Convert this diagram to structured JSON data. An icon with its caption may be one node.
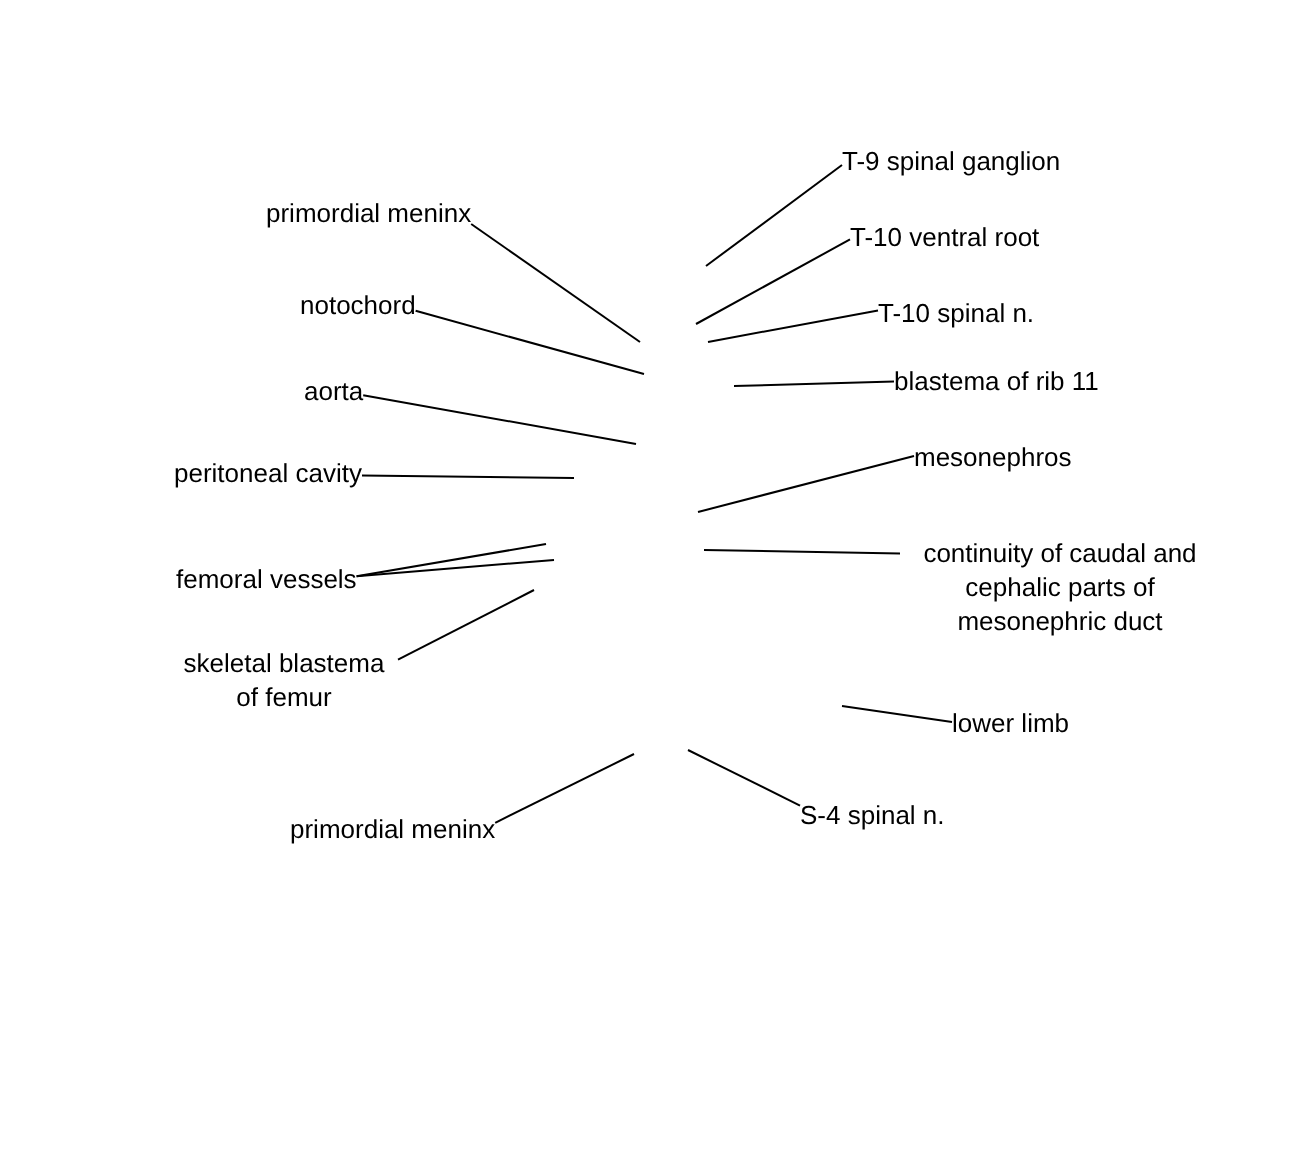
{
  "diagram": {
    "nodes": [
      {
        "text": [
          "primordial meninx"
        ]
      },
      {
        "text": [
          "notochord"
        ]
      },
      {
        "text": [
          "aorta"
        ]
      },
      {
        "text": [
          "peritoneal cavity"
        ]
      },
      {
        "text": [
          "femoral vessels"
        ]
      },
      {
        "text": [
          "skeletal blastema of femur"
        ]
      },
      {
        "text": [
          "primordial meninx"
        ]
      },
      {
        "text": [
          "T-9 spinal ganglion"
        ]
      },
      {
        "text": [
          "T-10 ventral root"
        ]
      },
      {
        "text": [
          "T-10 spinal n."
        ]
      },
      {
        "text": [
          "blastema of rib 11"
        ]
      },
      {
        "text": [
          "mesonephros"
        ]
      },
      {
        "text": [
          "continuity of caudal and cephalic parts of mesonephric duct"
        ]
      },
      {
        "text": [
          "lower limb"
        ]
      },
      {
        "text": [
          "S-4 spinal n."
        ]
      }
    ],
    "edges": [
      {
        "from": 0,
        "to": null,
        "arrow": "none"
      },
      {
        "from": 1,
        "to": null,
        "arrow": "none"
      },
      {
        "from": 2,
        "to": null,
        "arrow": "none"
      },
      {
        "from": 3,
        "to": null,
        "arrow": "none"
      },
      {
        "from": 4,
        "to": null,
        "arrow": "none"
      },
      {
        "from": 4,
        "to": null,
        "arrow": "none"
      },
      {
        "from": 5,
        "to": null,
        "arrow": "none"
      },
      {
        "from": 6,
        "to": null,
        "arrow": "none"
      },
      {
        "from": 7,
        "to": null,
        "arrow": "none"
      },
      {
        "from": 8,
        "to": null,
        "arrow": "none"
      },
      {
        "from": 9,
        "to": null,
        "arrow": "none"
      },
      {
        "from": 10,
        "to": null,
        "arrow": "none"
      },
      {
        "from": 11,
        "to": null,
        "arrow": "none"
      },
      {
        "from": 12,
        "to": null,
        "arrow": "none"
      },
      {
        "from": 13,
        "to": null,
        "arrow": "none"
      },
      {
        "from": 14,
        "to": null,
        "arrow": "none"
      }
    ]
  }
}
